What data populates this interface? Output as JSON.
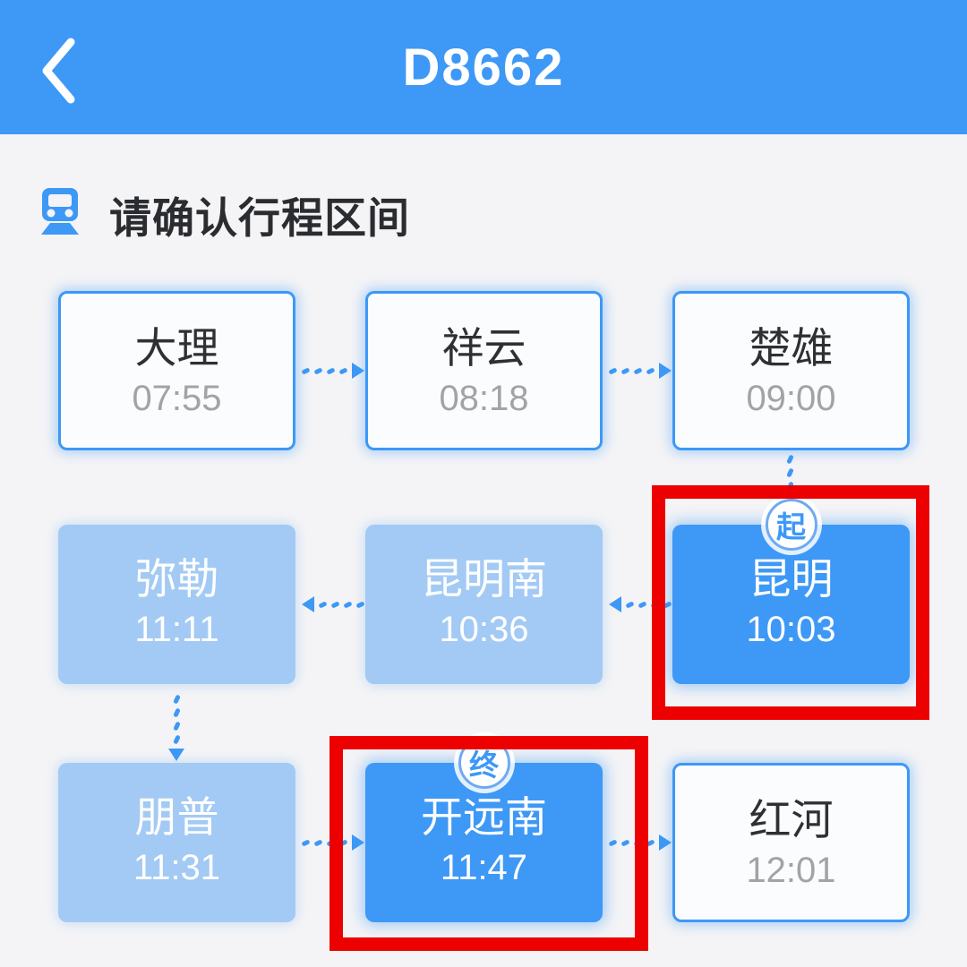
{
  "header": {
    "title": "D8662"
  },
  "section": {
    "title": "请确认行程区间"
  },
  "stations": [
    {
      "name": "大理",
      "time": "07:55",
      "state": "outside"
    },
    {
      "name": "祥云",
      "time": "08:18",
      "state": "outside"
    },
    {
      "name": "楚雄",
      "time": "09:00",
      "state": "outside"
    },
    {
      "name": "昆明",
      "time": "10:03",
      "state": "origin",
      "badge": "起"
    },
    {
      "name": "昆明南",
      "time": "10:36",
      "state": "in-range"
    },
    {
      "name": "弥勒",
      "time": "11:11",
      "state": "in-range"
    },
    {
      "name": "朋普",
      "time": "11:31",
      "state": "in-range"
    },
    {
      "name": "开远南",
      "time": "11:47",
      "state": "destination",
      "badge": "终"
    },
    {
      "name": "红河",
      "time": "12:01",
      "state": "outside"
    }
  ],
  "annotations": {
    "origin_box": "highlight around origin station 昆明",
    "destination_box": "highlight around destination station 开远南"
  },
  "colors": {
    "primary": "#3D98F6",
    "range": "#A3CAF4",
    "annotation": "#EC0000",
    "background": "#F4F4F6"
  }
}
